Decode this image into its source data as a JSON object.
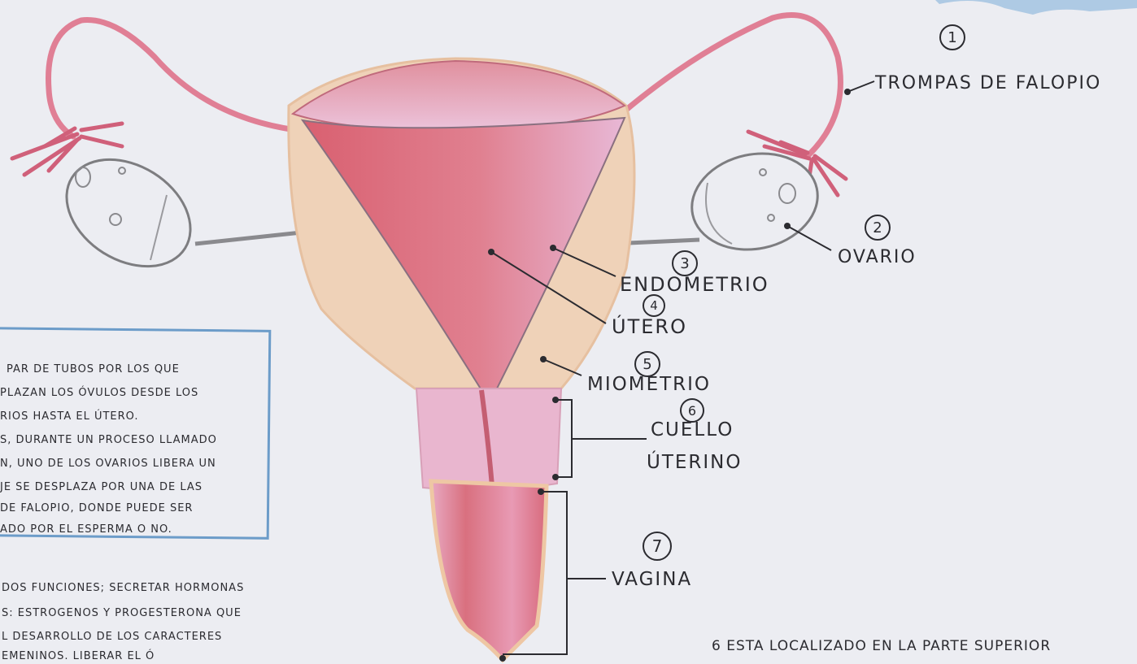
{
  "labels": {
    "n1": "1",
    "trompas": "TROMPAS DE FALOPIO",
    "n2": "2",
    "ovario": "OVARIO",
    "n3": "3",
    "endometrio": "ENDOMETRIO",
    "n4": "4",
    "utero": "ÚTERO",
    "n5": "5",
    "miometrio": "MIOMETRIO",
    "n6": "6",
    "cuello_1": "CUELLO",
    "cuello_2": "ÚTERINO",
    "n7": "7",
    "vagina": "VAGINA"
  },
  "infobox": {
    "line1": "PAR DE TUBOS POR LOS QUE",
    "line2": "PLAZAN LOS ÓVULOS DESDE LOS",
    "line3": "RIOS HASTA EL ÚTERO.",
    "line4": "S, DURANTE UN PROCESO LLAMADO",
    "line5": "N, UNO DE LOS OVARIOS LIBERA UN",
    "line6": "JE SE DESPLAZA POR UNA DE LAS",
    "line7": "DE FALOPIO, DONDE PUEDE SER",
    "line8": "ADO POR EL ESPERMA O NO."
  },
  "notes": {
    "line1": "DOS FUNCIONES; SECRETAR HORMONAS",
    "line2": "S: ESTROGENOS Y PROGESTERONA QUE",
    "line3": "L DESARROLLO DE LOS CARACTERES",
    "line4": "EMENINOS. LIBERAR EL Ó",
    "line5": "6 ESTA LOCALIZADO EN LA PARTE SUPERIOR"
  },
  "colors": {
    "paper": "#ecedf2",
    "uterus_red": "#d96a78",
    "uterus_pink": "#e8b4cf",
    "myometrium": "#efd2b8",
    "tube": "#e07f95",
    "ovary_outline": "#7d7d80",
    "ink": "#2b2b30",
    "box_border": "#6c9cc9"
  }
}
